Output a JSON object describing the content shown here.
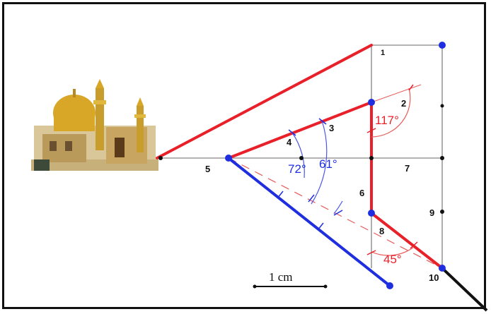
{
  "figure": {
    "point_labels": {
      "p1": "1",
      "p2": "2",
      "p3": "3",
      "p4": "4",
      "p5": "5",
      "p6": "6",
      "p7": "7",
      "p8": "8",
      "p9": "9",
      "p10": "10"
    },
    "angle_labels": {
      "a117": "117°",
      "a72": "72°",
      "a61": "61°",
      "a45": "45°"
    },
    "scale_bar": "1 cm",
    "image_description": "mosque-with-golden-dome"
  },
  "colors": {
    "red": "#e8202a",
    "blue": "#1f2fe0",
    "gray": "#9a9a9a",
    "black": "#111111",
    "thin_red": "#e85a5a",
    "thin_blue": "#4a57e8"
  }
}
